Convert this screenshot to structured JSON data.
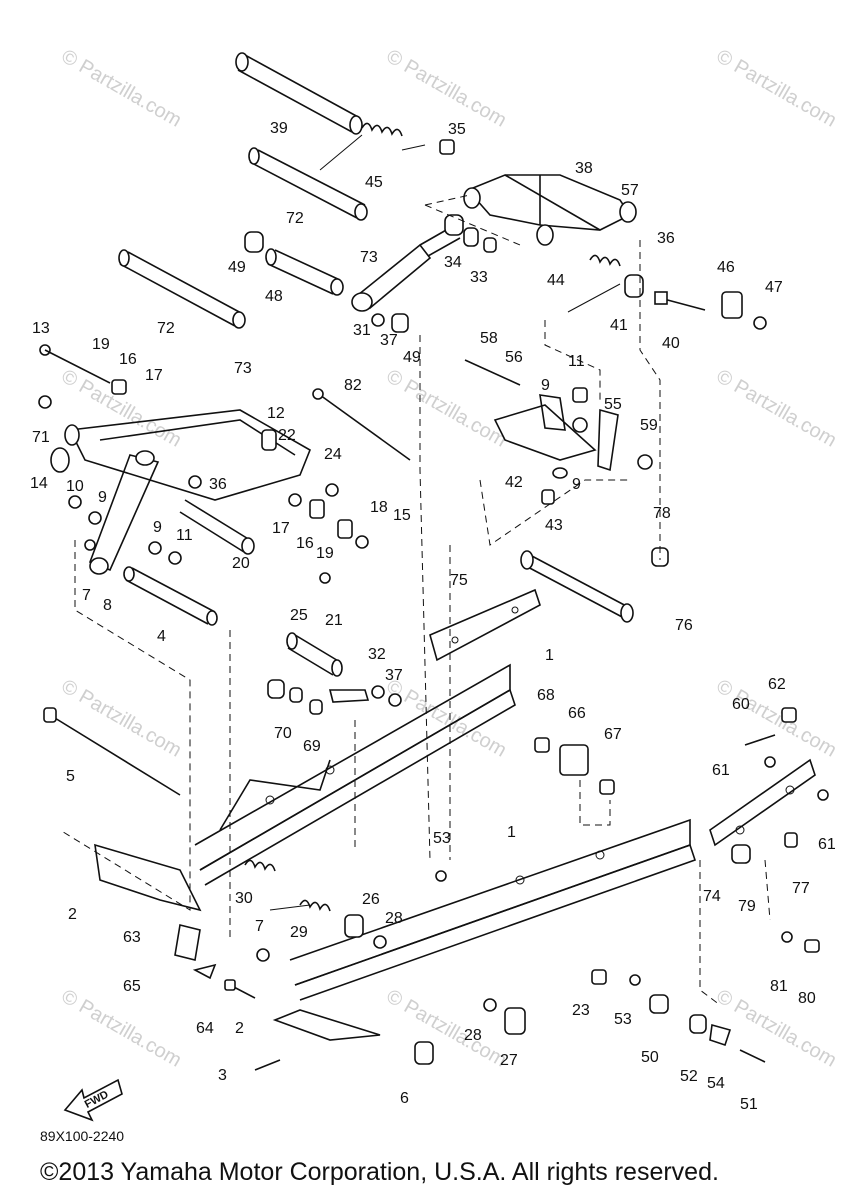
{
  "watermark": "© Partzilla.com",
  "diagram_code": "89X100-2240",
  "fwd_label": "FWD",
  "copyright": "©2013  Yamaha Motor Corporation, U.S.A. All rights reserved.",
  "part_numbers": [
    "1",
    "2",
    "3",
    "4",
    "5",
    "6",
    "7",
    "8",
    "9",
    "10",
    "11",
    "12",
    "13",
    "14",
    "15",
    "16",
    "17",
    "18",
    "19",
    "20",
    "21",
    "22",
    "23",
    "24",
    "25",
    "26",
    "27",
    "28",
    "29",
    "30",
    "31",
    "32",
    "33",
    "34",
    "35",
    "36",
    "37",
    "38",
    "39",
    "40",
    "41",
    "42",
    "43",
    "44",
    "45",
    "46",
    "47",
    "48",
    "49",
    "50",
    "51",
    "52",
    "53",
    "54",
    "55",
    "56",
    "57",
    "58",
    "59",
    "60",
    "61",
    "62",
    "63",
    "64",
    "65",
    "66",
    "67",
    "68",
    "69",
    "70",
    "71",
    "72",
    "73",
    "74",
    "75",
    "76",
    "77",
    "78",
    "79",
    "80",
    "81",
    "82"
  ]
}
